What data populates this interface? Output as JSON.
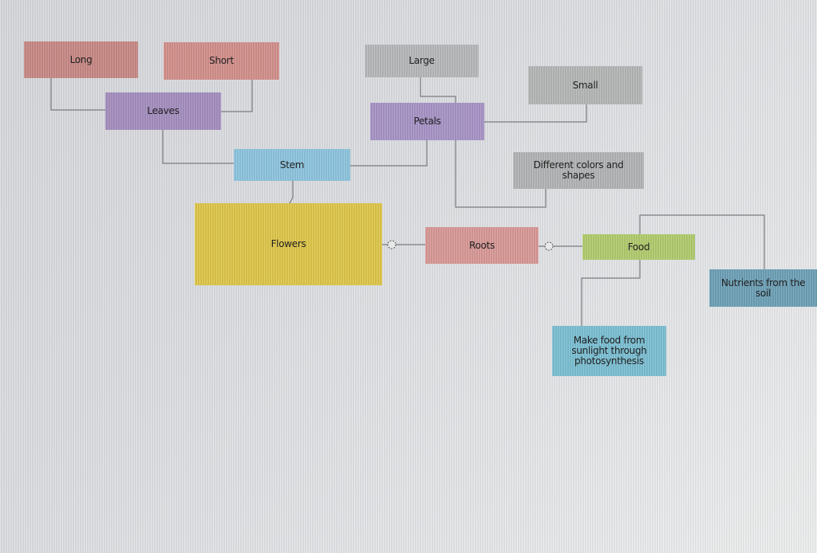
{
  "nodes": {
    "long": {
      "label": "Long",
      "color": "#c98a86"
    },
    "short": {
      "label": "Short",
      "color": "#d4918c"
    },
    "large": {
      "label": "Large",
      "color": "#b8b9bb"
    },
    "small": {
      "label": "Small",
      "color": "#b6b8b8"
    },
    "leaves": {
      "label": "Leaves",
      "color": "#a68fc0"
    },
    "petals": {
      "label": "Petals",
      "color": "#a995c8"
    },
    "stem": {
      "label": "Stem",
      "color": "#8ec6e0"
    },
    "different": {
      "label": "Different colors and shapes",
      "color": "#b3b5b6"
    },
    "flowers": {
      "label": "Flowers",
      "color": "#e0c84a"
    },
    "roots": {
      "label": "Roots",
      "color": "#d99a98"
    },
    "food": {
      "label": "Food",
      "color": "#b3cd6f"
    },
    "nutrients": {
      "label": "Nutrients from the soil",
      "color": "#6ea2b8"
    },
    "make_food": {
      "label": "Make food from sunlight through photosynthesis",
      "color": "#7cc0d4"
    }
  },
  "connector_color": "#7a7c80"
}
